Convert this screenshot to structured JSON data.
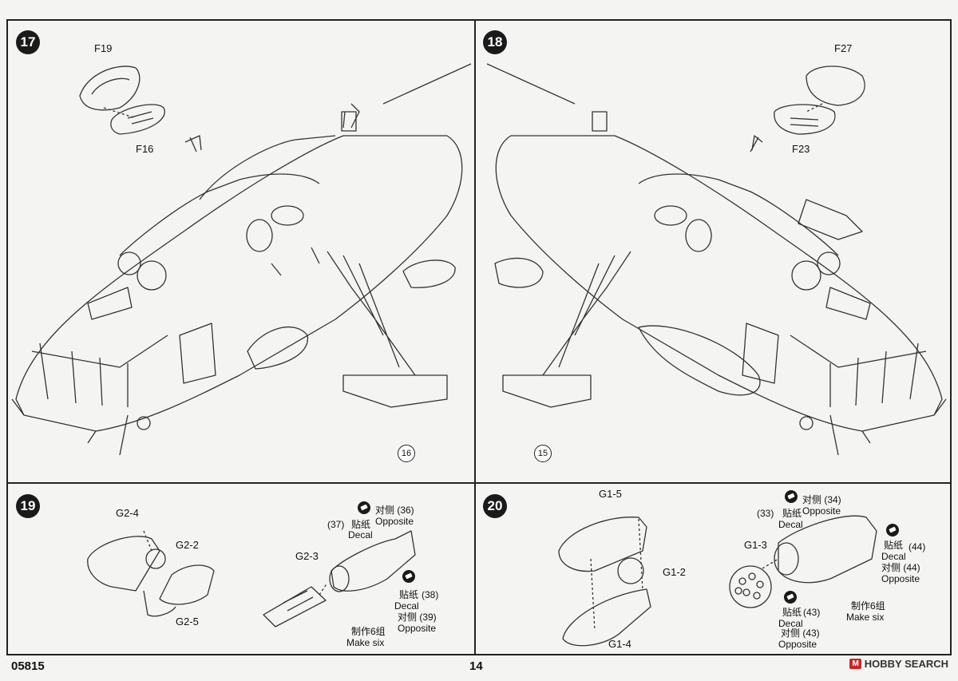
{
  "steps": [
    {
      "number": "17"
    },
    {
      "number": "18"
    },
    {
      "number": "19"
    },
    {
      "number": "20"
    }
  ],
  "step17": {
    "parts": [
      "F19",
      "F16"
    ],
    "callout": "16"
  },
  "step18": {
    "parts": [
      "F27",
      "F23"
    ],
    "callout": "15"
  },
  "step19": {
    "parts": [
      "G2-4",
      "G2-2",
      "G2-5",
      "G2-3"
    ],
    "decal_top": {
      "num_a": "(37)",
      "cn_a": "贴纸",
      "en_a": "Decal",
      "num_b": "对侧 (36)",
      "en_b": "Opposite"
    },
    "decal_bottom": {
      "cn_a": "贴纸",
      "num_a": "(38)",
      "en_a": "Decal",
      "num_b": "对侧 (39)",
      "en_b": "Opposite"
    },
    "make_cn": "制作6组",
    "make_en": "Make six"
  },
  "step20": {
    "parts": [
      "G1-5",
      "G1-2",
      "G1-4",
      "G1-3"
    ],
    "decal_top": {
      "num_a": "(33)",
      "cn_a": "贴纸",
      "en_a": "Decal",
      "num_b": "对侧 (34)",
      "en_b": "Opposite"
    },
    "decal_right": {
      "en_a": "Decal",
      "num_a": "(44)",
      "num_b": "对侧 (44)",
      "en_b": "Opposite",
      "cn_a": "贴纸"
    },
    "decal_bottom": {
      "cn_a": "贴纸",
      "num_a": "(43)",
      "en_a": "Decal",
      "num_b": "对侧 (43)",
      "en_b": "Opposite"
    },
    "make_cn": "制作6组",
    "make_en": "Make six"
  },
  "footer": {
    "code": "05815",
    "page": "14"
  },
  "watermark": {
    "brand": "HOBBY SEARCH",
    "mark": "M"
  }
}
